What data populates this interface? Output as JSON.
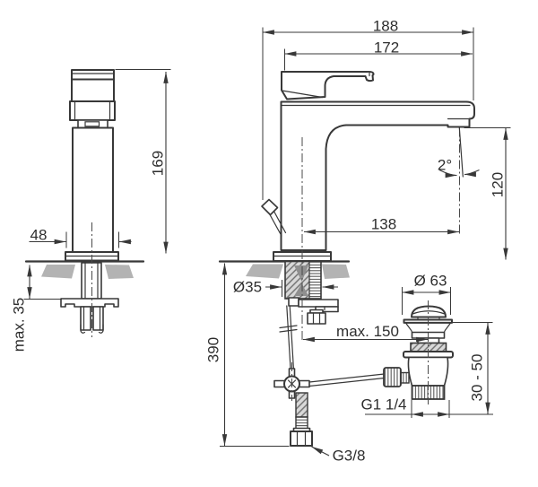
{
  "drawing": {
    "kind": "single-lever basin mixer installation drawing",
    "views": [
      "front-view",
      "side-view",
      "drain-assembly"
    ]
  },
  "colors": {
    "line": "#383838",
    "label": "#2e2e2e",
    "countertop": "#b3b3b3",
    "background": "#ffffff"
  },
  "labels": {
    "d188": "188",
    "d172": "172",
    "d169": "169",
    "d48": "48",
    "dmax35": "max. 35",
    "d2deg": "2°",
    "d120": "120",
    "d138": "138",
    "d35": "Ø35",
    "d390": "390",
    "dmax150": "max. 150",
    "d63": "Ø 63",
    "d3050": "30 - 50",
    "dg114": "G1 1/4",
    "dg38": "G3/8"
  }
}
